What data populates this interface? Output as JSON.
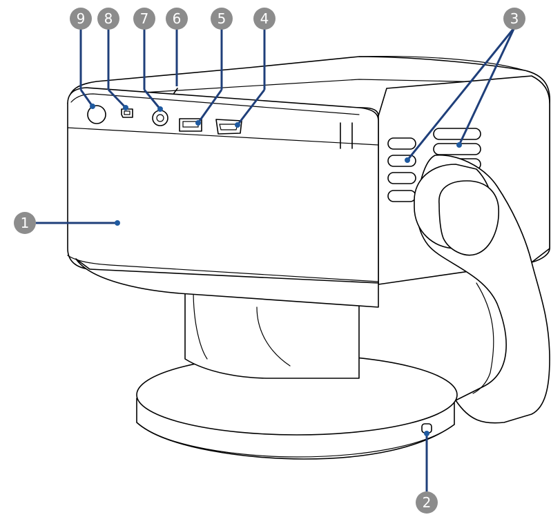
{
  "callouts": [
    {
      "id": "1",
      "label": "1"
    },
    {
      "id": "2",
      "label": "2"
    },
    {
      "id": "3",
      "label": "3"
    },
    {
      "id": "4",
      "label": "4"
    },
    {
      "id": "5",
      "label": "5"
    },
    {
      "id": "6",
      "label": "6"
    },
    {
      "id": "7",
      "label": "7"
    },
    {
      "id": "8",
      "label": "8"
    },
    {
      "id": "9",
      "label": "9"
    }
  ],
  "colors": {
    "callout_badge": "#8c8c8c",
    "leader_line": "#1f3f7a",
    "leader_dot": "#1f5aa0",
    "outline": "#000000"
  }
}
